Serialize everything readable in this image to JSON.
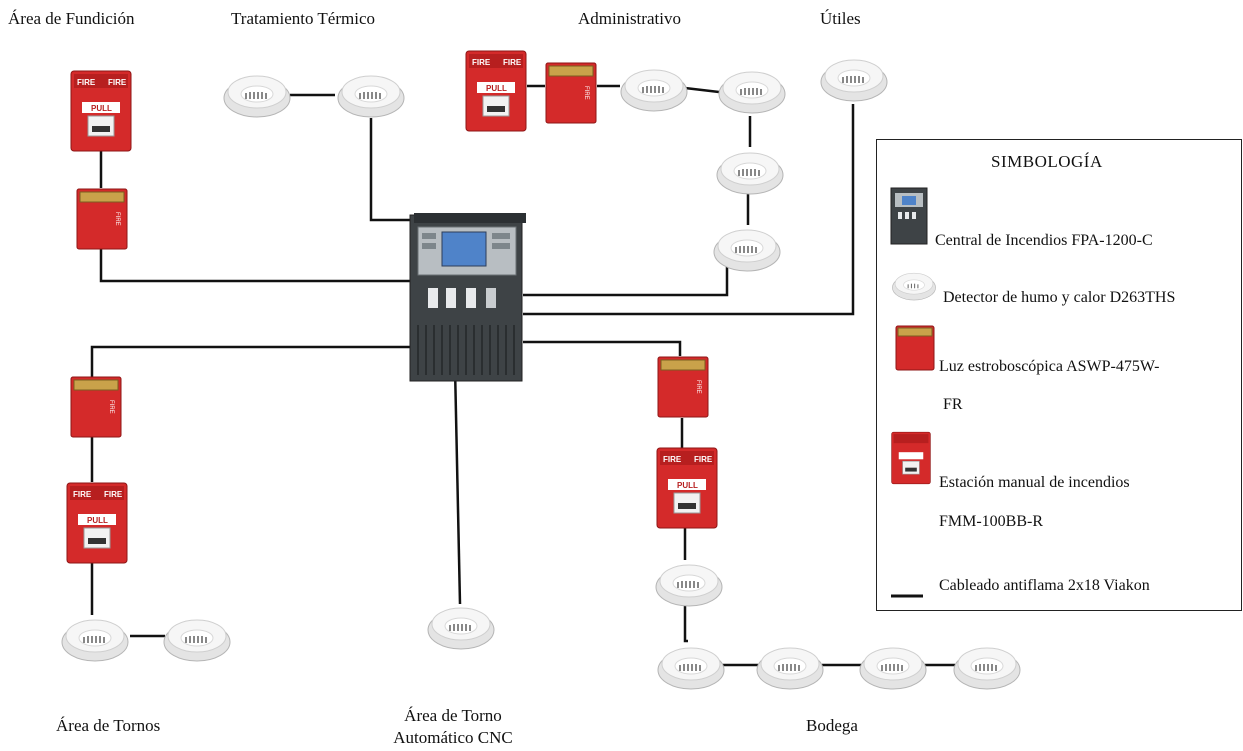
{
  "areas": {
    "fundicion": "Área de Fundición",
    "tratamiento": "Tratamiento Térmico",
    "administrativo": "Administrativo",
    "utiles": "Útiles",
    "tornos": "Área de Tornos",
    "cnc_line1": "Área de Torno",
    "cnc_line2": "Automático CNC",
    "bodega": "Bodega"
  },
  "legend": {
    "title": "SIMBOLOGÍA",
    "panel": "Central de Incendios FPA-1200-C",
    "detector": "Detector de humo y calor D263THS",
    "strobe_line1": "Luz estroboscópica ASWP-475W-",
    "strobe_line2": "FR",
    "pull_line1": "Estación manual de incendios",
    "pull_line2": "FMM-100BB-R",
    "cable": "Cableado antiflama 2x18 Viakon"
  },
  "device_text": {
    "fire": "FIRE",
    "pull": "PULL"
  },
  "colors": {
    "device_red": "#d42a2a",
    "panel_gray": "#3e4346",
    "wire": "#111111"
  }
}
